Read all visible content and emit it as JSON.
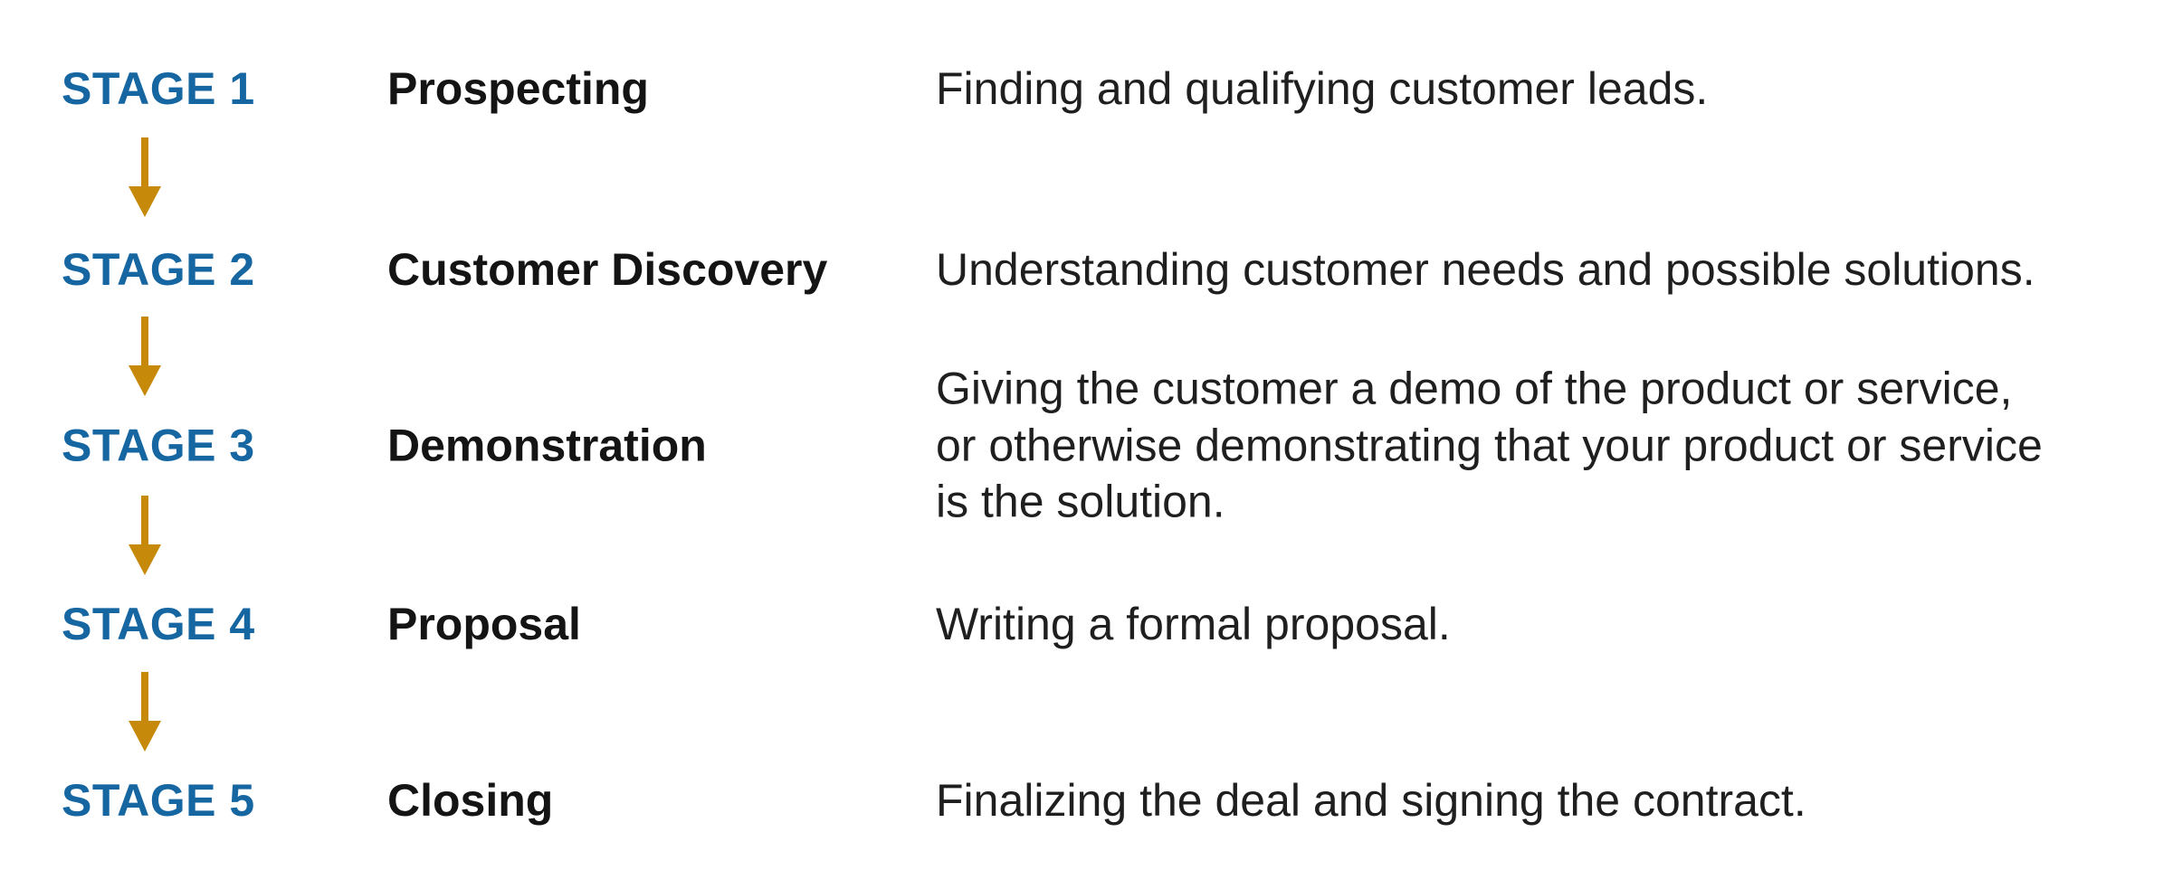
{
  "diagram": {
    "type": "vertical-flow",
    "colors": {
      "stage_label": "#1666A2",
      "arrow": "#C78909",
      "stage_name": "#141414",
      "description": "#1F1F1F",
      "background": "#FFFFFF"
    },
    "stages": [
      {
        "label": "STAGE 1",
        "name": "Prospecting",
        "description": "Finding and qualifying customer leads."
      },
      {
        "label": "STAGE 2",
        "name": "Customer Discovery",
        "description": "Understanding customer needs and possible solutions."
      },
      {
        "label": "STAGE 3",
        "name": "Demonstration",
        "description": "Giving the customer a demo of the product or service, or otherwise demonstrating that your product or service is the solution."
      },
      {
        "label": "STAGE 4",
        "name": "Proposal",
        "description": "Writing a formal proposal."
      },
      {
        "label": "STAGE 5",
        "name": "Closing",
        "description": "Finalizing the deal and signing the contract."
      }
    ]
  }
}
